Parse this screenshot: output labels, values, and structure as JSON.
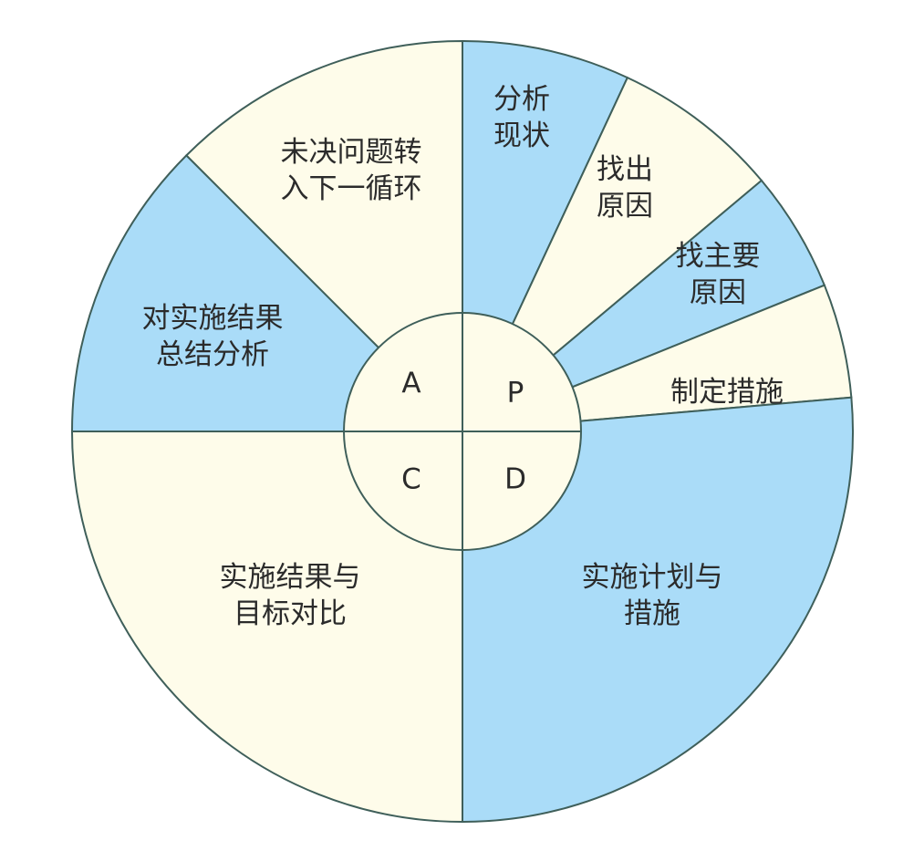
{
  "colors": {
    "blue": "#aadcf8",
    "cream": "#fefcea",
    "stroke": "#3f5f5a",
    "text": "#2b2b2b"
  },
  "segments": [
    {
      "key": "analyze",
      "lines": [
        "分析",
        "现状"
      ],
      "color": "blue",
      "quadrant": "P"
    },
    {
      "key": "find-cause",
      "lines": [
        "找出",
        "原因"
      ],
      "color": "cream",
      "quadrant": "P"
    },
    {
      "key": "main-cause",
      "lines": [
        "找主要",
        "原因"
      ],
      "color": "blue",
      "quadrant": "P"
    },
    {
      "key": "measures",
      "lines": [
        "制定措施"
      ],
      "color": "cream",
      "quadrant": "P"
    },
    {
      "key": "implement",
      "lines": [
        "实施计划与",
        "措施"
      ],
      "color": "blue",
      "quadrant": "D"
    },
    {
      "key": "compare",
      "lines": [
        "实施结果与",
        "目标对比"
      ],
      "color": "cream",
      "quadrant": "C"
    },
    {
      "key": "summarize",
      "lines": [
        "对实施结果",
        "总结分析"
      ],
      "color": "blue",
      "quadrant": "A"
    },
    {
      "key": "next-cycle",
      "lines": [
        "未决问题转",
        "入下一循环"
      ],
      "color": "cream",
      "quadrant": "A"
    }
  ],
  "quadrants": [
    {
      "key": "p",
      "label": "P"
    },
    {
      "key": "d",
      "label": "D"
    },
    {
      "key": "c",
      "label": "C"
    },
    {
      "key": "a",
      "label": "A"
    }
  ]
}
